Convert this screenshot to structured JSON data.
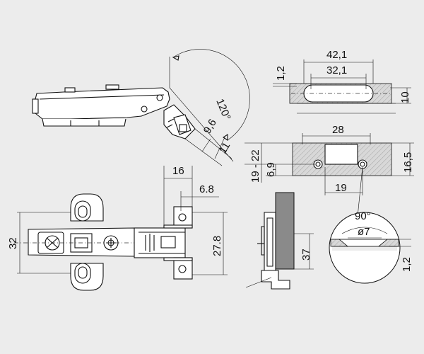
{
  "diagram": {
    "labels": {
      "angle_open": "120°",
      "dim_9_6": "9,6",
      "dim_11": "11",
      "dim_16": "16",
      "dim_6_8": "6.8",
      "dim_32": "32",
      "dim_27_8": "27.8",
      "dim_42_1": "42,1",
      "dim_32_1": "32,1",
      "dim_1_2_top": "1,2",
      "dim_10": "10",
      "dim_28": "28",
      "dim_19_22": "19 - 22",
      "dim_6_9": "6,9",
      "dim_16_5": "16,5",
      "dim_19": "19",
      "dim_37": "37",
      "angle_drill": "90°",
      "dim_dia7": "ø7",
      "dim_1_2_bottom": "1,2"
    },
    "colors": {
      "background": "#ececec",
      "line": "#111111",
      "part_fill": "#ffffff",
      "door_fill": "#8a8a8a"
    }
  }
}
